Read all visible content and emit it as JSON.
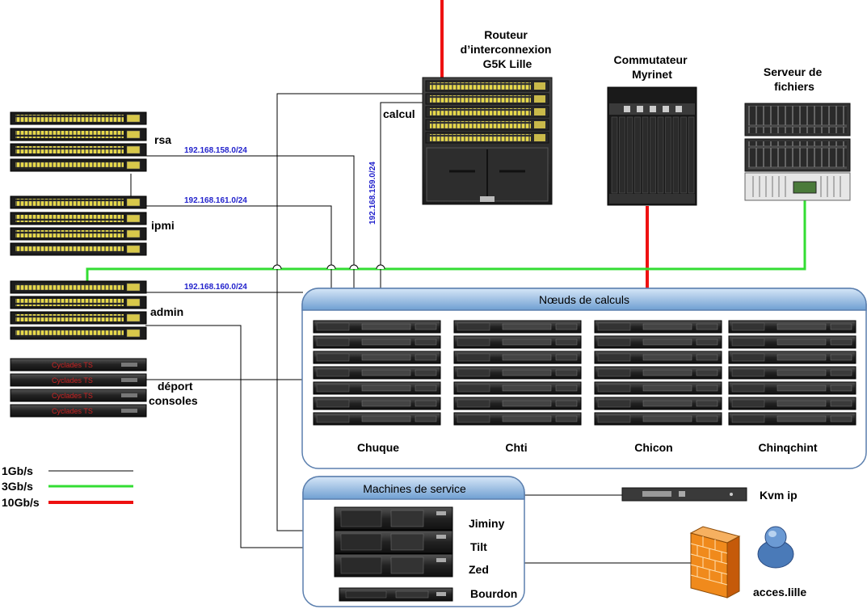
{
  "devices": {
    "router": "Routeur\nd’interconnexion\nG5K Lille",
    "myrinet": "Commutateur\nMyrinet",
    "fileserver": "Serveur de\nfichiers",
    "kvm": "Kvm ip",
    "access": "acces.lille"
  },
  "switch_groups": {
    "rsa": "rsa",
    "ipmi": "ipmi",
    "admin": "admin",
    "deport": "déport\nconsoles",
    "calcul": "calcul",
    "cyclades_text": "Cyclades TS"
  },
  "networks": {
    "rsa": "192.168.158.0/24",
    "ipmi": "192.168.161.0/24",
    "admin": "192.168.160.0/24",
    "calcul": "192.168.159.0/24"
  },
  "compute": {
    "title": "Nœuds de calculs",
    "clusters": [
      "Chuque",
      "Chti",
      "Chicon",
      "Chinqchint"
    ]
  },
  "service": {
    "title": "Machines de service",
    "machines": [
      "Jiminy",
      "Tilt",
      "Zed",
      "Bourdon"
    ]
  },
  "legend": [
    {
      "label": "1Gb/s",
      "color": "#000000"
    },
    {
      "label": "3Gb/s",
      "color": "#33dd33"
    },
    {
      "label": "10Gb/s",
      "color": "#ee1111"
    }
  ]
}
